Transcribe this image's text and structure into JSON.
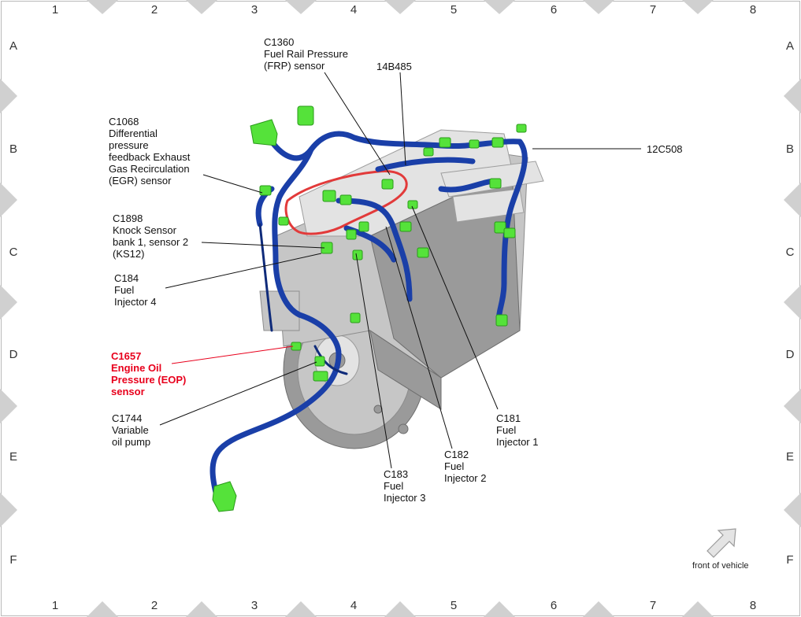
{
  "grid": {
    "columns": [
      "1",
      "2",
      "3",
      "4",
      "5",
      "6",
      "7",
      "8"
    ],
    "rows": [
      "A",
      "B",
      "C",
      "D",
      "E",
      "F"
    ]
  },
  "callouts": {
    "c1360": [
      "C1360",
      "Fuel Rail Pressure",
      "(FRP) sensor"
    ],
    "p14b485": [
      "14B485"
    ],
    "c1068": [
      "C1068",
      "Differential",
      "pressure",
      "feedback Exhaust",
      "Gas Recirculation",
      "(EGR) sensor"
    ],
    "p12c508": [
      "12C508"
    ],
    "c1898": [
      "C1898",
      "Knock Sensor",
      "bank 1, sensor 2",
      "(KS12)"
    ],
    "c184": [
      "C184",
      "Fuel",
      "Injector 4"
    ],
    "c1657": [
      "C1657",
      "Engine Oil",
      "Pressure (EOP)",
      "sensor"
    ],
    "c1744": [
      "C1744",
      "Variable",
      "oil pump"
    ],
    "c181": [
      "C181",
      "Fuel",
      "Injector 1"
    ],
    "c182": [
      "C182",
      "Fuel",
      "Injector 2"
    ],
    "c183": [
      "C183",
      "Fuel",
      "Injector 3"
    ]
  },
  "orientation": {
    "label": "front of vehicle",
    "icon": "arrow-up-right-icon"
  },
  "colors": {
    "harness": "#1a3fa8",
    "connector": "#55e23a",
    "highlight_callout": "#e8001c",
    "frame_triangles": "#d0d0d0"
  }
}
